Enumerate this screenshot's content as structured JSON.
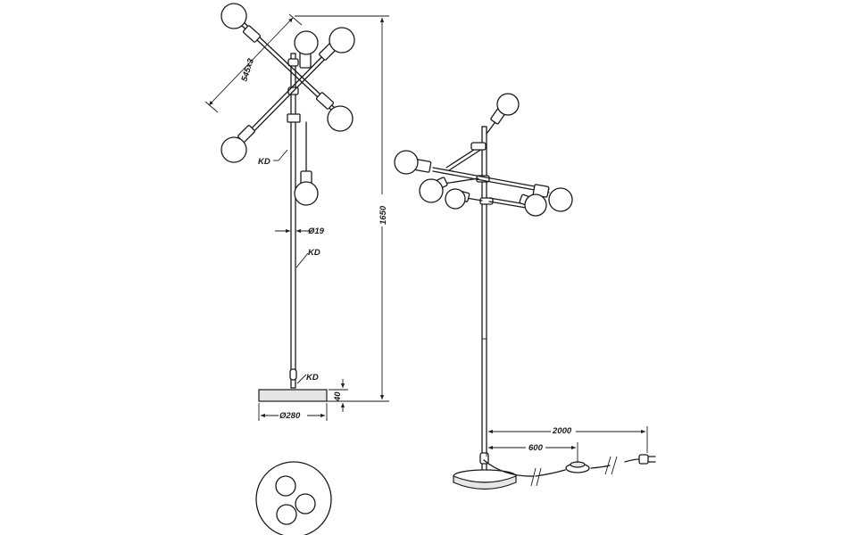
{
  "diagram": {
    "front_view": {
      "arm_length": "545x3",
      "total_height": "1650",
      "stem_diameter": "Ø19",
      "base_diameter": "Ø280",
      "base_height": "40",
      "callouts": [
        "KD",
        "KD",
        "KD"
      ]
    },
    "side_view": {
      "cable_total_length": "2000",
      "switch_distance": "600"
    },
    "colors": {
      "line": "#1a1a1a",
      "background": "#ffffff"
    }
  }
}
